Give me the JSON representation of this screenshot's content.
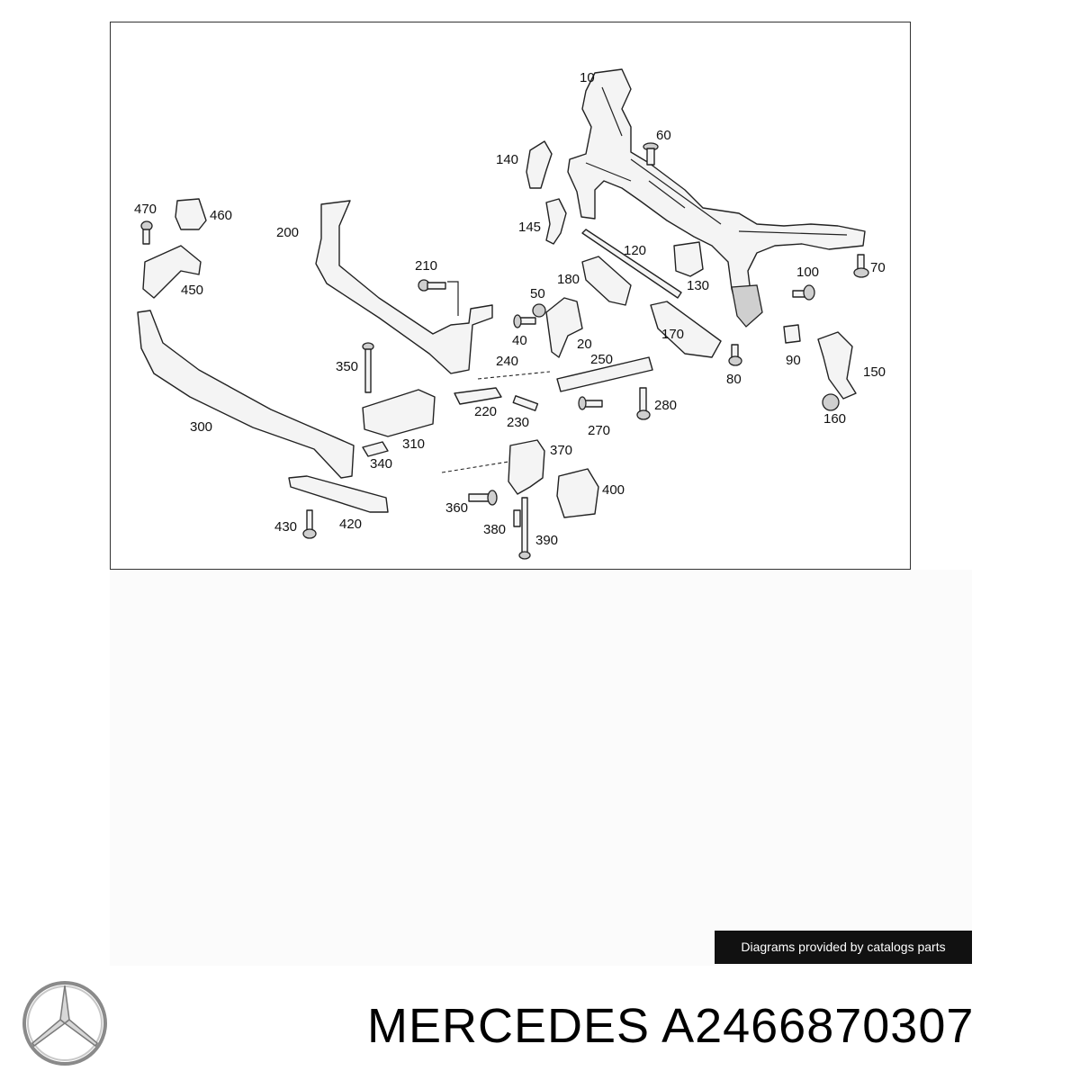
{
  "diagram": {
    "callouts": {
      "c10": "10",
      "c20": "20",
      "c40": "40",
      "c50": "50",
      "c60": "60",
      "c70": "70",
      "c80": "80",
      "c90": "90",
      "c100": "100",
      "c120": "120",
      "c130": "130",
      "c140": "140",
      "c145": "145",
      "c150": "150",
      "c160": "160",
      "c170": "170",
      "c180": "180",
      "c200": "200",
      "c210": "210",
      "c220": "220",
      "c230": "230",
      "c240": "240",
      "c250": "250",
      "c270": "270",
      "c280": "280",
      "c300": "300",
      "c310": "310",
      "c340": "340",
      "c350": "350",
      "c360": "360",
      "c370": "370",
      "c380": "380",
      "c390": "390",
      "c400": "400",
      "c420": "420",
      "c430": "430",
      "c450": "450",
      "c460": "460",
      "c470": "470"
    }
  },
  "credit_badge": "Diagrams provided by catalogs parts",
  "brand_logo_icon": "mercedes-star-icon",
  "part_title": "MERCEDES A2466870307"
}
